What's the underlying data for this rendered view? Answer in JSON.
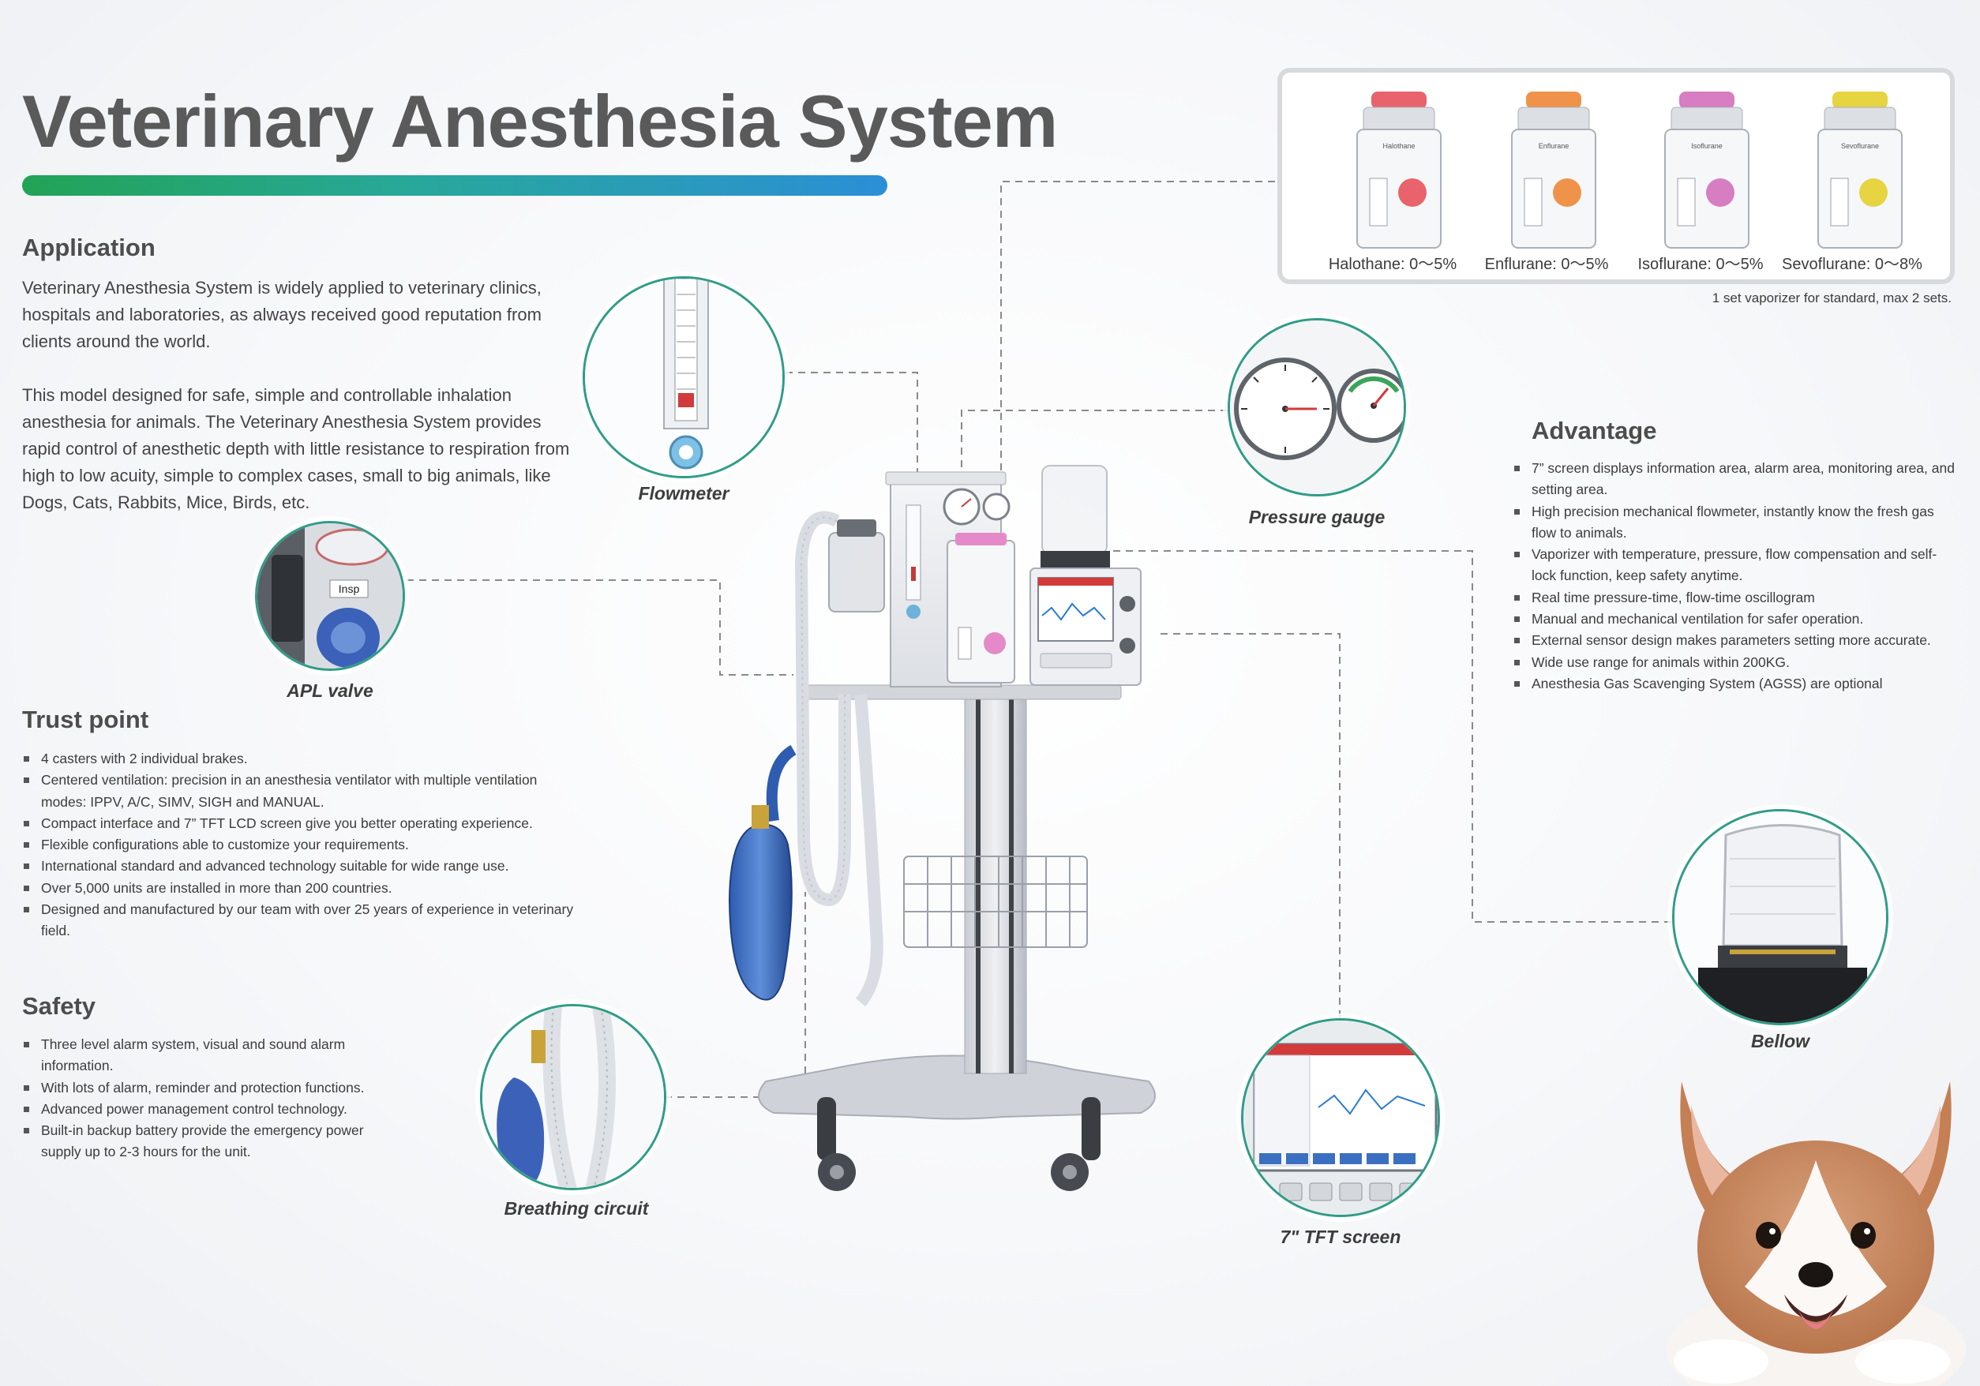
{
  "title": "Veterinary Anesthesia System",
  "application": {
    "heading": "Application",
    "para1": "Veterinary Anesthesia System is widely applied to veterinary clinics, hospitals and laboratories, as always received good reputation from clients around the world.",
    "para2": "This model designed for safe, simple and controllable inhalation anesthesia for animals. The Veterinary Anesthesia System provides rapid control of anesthetic depth with little resistance to respiration from high to low acuity, simple to complex cases, small to big animals, like Dogs, Cats, Rabbits, Mice, Birds, etc."
  },
  "trust": {
    "heading": "Trust point",
    "items": [
      "4 casters with 2 individual brakes.",
      "Centered ventilation: precision in an anesthesia ventilator with multiple ventilation modes: IPPV, A/C, SIMV, SIGH and MANUAL.",
      "Compact interface and 7” TFT LCD screen give you better operating experience.",
      "Flexible configurations able to customize your requirements.",
      "International standard and advanced technology suitable for wide range use.",
      "Over 5,000 units are installed in more than 200 countries.",
      "Designed and manufactured by our team with over 25 years of experience in veterinary field."
    ]
  },
  "safety": {
    "heading": "Safety",
    "items": [
      "Three level alarm system, visual and sound alarm information.",
      "With lots of alarm, reminder and protection functions.",
      "Advanced power management control technology.",
      "Built-in backup battery provide the emergency power supply up to 2-3 hours for the unit."
    ]
  },
  "advantage": {
    "heading": "Advantage",
    "items": [
      "7” screen displays information area, alarm area, monitoring area, and setting area.",
      "High precision mechanical flowmeter, instantly know the fresh gas flow to animals.",
      "Vaporizer with temperature, pressure, flow compensation and self-lock function, keep safety anytime.",
      "Real time pressure-time, flow-time oscillogram",
      "Manual and mechanical ventilation for safer operation.",
      "External sensor design makes parameters setting more accurate.",
      "Wide use range for animals within 200KG.",
      "Anesthesia Gas Scavenging System (AGSS) are optional"
    ]
  },
  "callouts": {
    "flowmeter": "Flowmeter",
    "apl": "APL valve",
    "pressure": "Pressure gauge",
    "bellow": "Bellow",
    "tft": "7\" TFT screen",
    "breathing": "Breathing circuit"
  },
  "apl_tag": "Insp",
  "vaporizers": [
    {
      "label": "Halothane: 0～5%",
      "cap": "Halothane",
      "color": "#e8636b"
    },
    {
      "label": "Enflurane: 0～5%",
      "cap": "Enflurane",
      "color": "#f0934a"
    },
    {
      "label": "Isoflurane: 0～5%",
      "cap": "Isoflurane",
      "color": "#d77dc2"
    },
    {
      "label": "Sevoflurane: 0～8%",
      "cap": "Sevoflurane",
      "color": "#e6d440"
    }
  ],
  "vaporizer_note": "1 set vaporizer for standard, max 2 sets.",
  "colors": {
    "accent_green": "#22a356",
    "accent_blue": "#2b8fd6",
    "callout_ring": "#2f9c86"
  }
}
